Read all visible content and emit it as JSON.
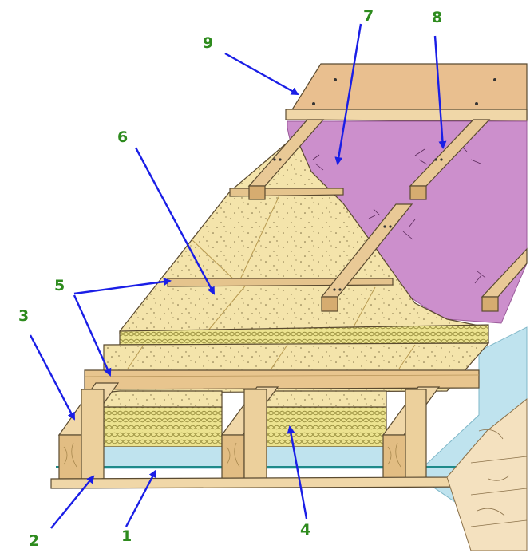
{
  "colors": {
    "callout_text": "#2e8b1e",
    "arrow": "#1a1ee6",
    "wood": "#f0d7a8",
    "wood_dark": "#d9b47a",
    "insulation_board": "#f3e2a4",
    "insulation_wool": "#e9e08a",
    "membrane_purple": "#cc8fcc",
    "film_blue": "#bfe3ee",
    "top_board": "#e9bf8f"
  },
  "callouts": [
    {
      "id": "1",
      "label": "1"
    },
    {
      "id": "2",
      "label": "2"
    },
    {
      "id": "3",
      "label": "3"
    },
    {
      "id": "4",
      "label": "4"
    },
    {
      "id": "5",
      "label": "5"
    },
    {
      "id": "6",
      "label": "6"
    },
    {
      "id": "7",
      "label": "7"
    },
    {
      "id": "8",
      "label": "8"
    },
    {
      "id": "9",
      "label": "9"
    }
  ]
}
